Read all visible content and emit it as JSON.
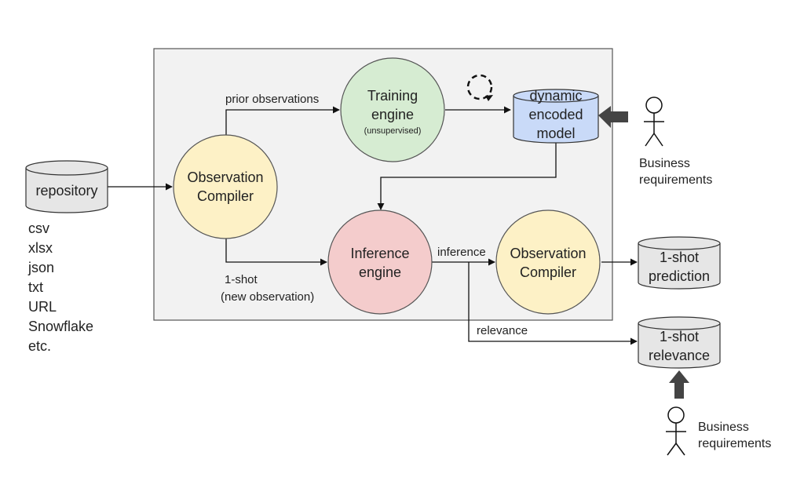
{
  "repository": {
    "label": "repository",
    "formats": [
      "csv",
      "xlsx",
      "json",
      "txt",
      "URL",
      "Snowflake",
      "etc."
    ]
  },
  "observation_compiler_left": {
    "line1": "Observation",
    "line2": "Compiler"
  },
  "training_engine": {
    "line1": "Training",
    "line2": "engine",
    "note": "(unsupervised)"
  },
  "dynamic_model": {
    "line1": "dynamic",
    "line2": "encoded",
    "line3": "model"
  },
  "inference_engine": {
    "line1": "Inference",
    "line2": "engine"
  },
  "observation_compiler_right": {
    "line1": "Observation",
    "line2": "Compiler"
  },
  "prediction_store": {
    "line1": "1-shot",
    "line2": "prediction"
  },
  "relevance_store": {
    "line1": "1-shot",
    "line2": "relevance"
  },
  "edges": {
    "prior_observations": "prior observations",
    "one_shot_line1": "1-shot",
    "one_shot_line2": "(new observation)",
    "inference": "inference",
    "relevance": "relevance"
  },
  "actors": {
    "top": {
      "line1": "Business",
      "line2": "requirements"
    },
    "bottom": {
      "line1": "Business",
      "line2": "requirements"
    }
  },
  "colors": {
    "panel": "#f2f2f2",
    "compiler": "#fdf1c6",
    "training": "#d6ecd2",
    "inference": "#f4cccc",
    "model": "#c9daf8",
    "store": "#e6e6e6"
  }
}
